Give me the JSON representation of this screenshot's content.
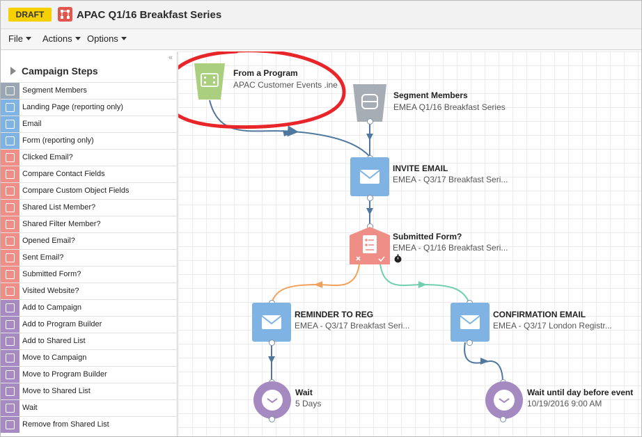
{
  "header": {
    "badge": "DRAFT",
    "title": "APAC Q1/16 Breakfast Series"
  },
  "menu": [
    {
      "label": "File"
    },
    {
      "label": "Actions"
    },
    {
      "label": "Options"
    }
  ],
  "sidebar": {
    "collapse_glyph": "«",
    "heading": "Campaign Steps",
    "items": [
      {
        "label": "Segment Members",
        "color": "#9aa6b3"
      },
      {
        "label": "Landing Page (reporting only)",
        "color": "#7eb3e3"
      },
      {
        "label": "Email",
        "color": "#7eb3e3"
      },
      {
        "label": "Form (reporting only)",
        "color": "#7eb3e3"
      },
      {
        "label": "Clicked Email?",
        "color": "#ef8e86"
      },
      {
        "label": "Compare Contact Fields",
        "color": "#ef8e86"
      },
      {
        "label": "Compare Custom Object Fields",
        "color": "#ef8e86"
      },
      {
        "label": "Shared List Member?",
        "color": "#ef8e86"
      },
      {
        "label": "Shared Filter Member?",
        "color": "#ef8e86"
      },
      {
        "label": "Opened Email?",
        "color": "#ef8e86"
      },
      {
        "label": "Sent Email?",
        "color": "#ef8e86"
      },
      {
        "label": "Submitted Form?",
        "color": "#ef8e86"
      },
      {
        "label": "Visited Website?",
        "color": "#ef8e86"
      },
      {
        "label": "Add to Campaign",
        "color": "#a78ac4"
      },
      {
        "label": "Add to Program Builder",
        "color": "#a78ac4"
      },
      {
        "label": "Add to Shared List",
        "color": "#a78ac4"
      },
      {
        "label": "Move to Campaign",
        "color": "#a78ac4"
      },
      {
        "label": "Move to Program Builder",
        "color": "#a78ac4"
      },
      {
        "label": "Move to Shared List",
        "color": "#a78ac4"
      },
      {
        "label": "Wait",
        "color": "#a78ac4"
      },
      {
        "label": "Remove from Shared List",
        "color": "#a78ac4"
      }
    ]
  },
  "canvas": {
    "program": {
      "title": "From a Program",
      "subtitle": "APAC Customer Events .ine",
      "color": "#a9cf7f"
    },
    "segment": {
      "title": "Segment Members",
      "subtitle": "EMEA Q1/16 Breakfast Series",
      "color": "#a6adb5"
    },
    "invite": {
      "title": "INVITE EMAIL",
      "subtitle": "EMEA - Q3/17 Breakfast Seri...",
      "color": "#7eb3e3"
    },
    "form": {
      "title": "Submitted Form?",
      "subtitle": "EMEA - Q1/16 Breakfast Seri...",
      "color": "#ef8e86"
    },
    "reminder": {
      "title": "REMINDER TO REG",
      "subtitle": "EMEA - Q3/17 Breakfast Seri...",
      "color": "#7eb3e3"
    },
    "confirm": {
      "title": "CONFIRMATION EMAIL",
      "subtitle": "EMEA - Q3/17 London Registr...",
      "color": "#7eb3e3"
    },
    "wait1": {
      "title": "Wait",
      "subtitle": "5 Days",
      "color": "#a58ac2"
    },
    "wait2": {
      "title": "Wait until day before event",
      "subtitle": "10/19/2016 9:00 AM",
      "color": "#a58ac2"
    },
    "connector_color": "#50779e",
    "no_branch_color": "#f2a15a",
    "yes_branch_color": "#6fcfae",
    "annotation_color": "#e8262a"
  }
}
